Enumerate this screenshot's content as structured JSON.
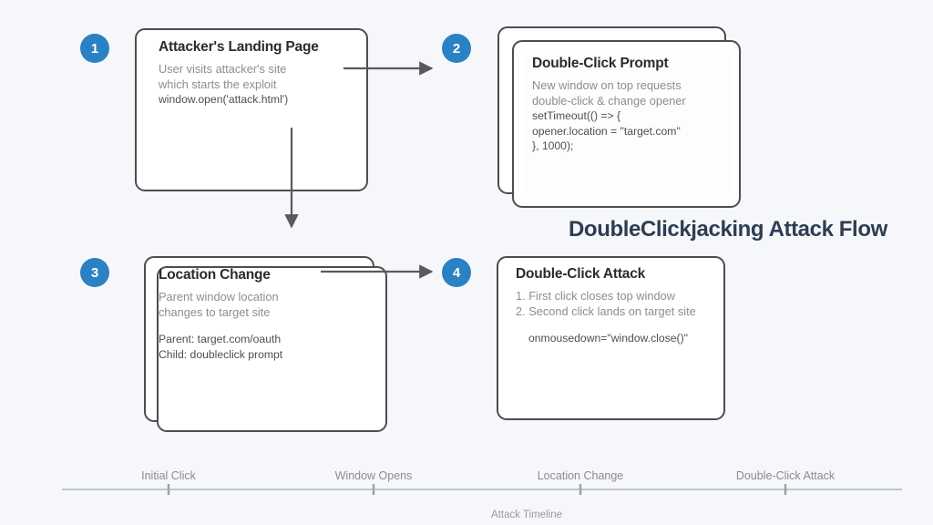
{
  "headline": "DoubleClickjacking Attack Flow",
  "theme": {
    "background": "#f6f7fa",
    "badge_blue": "#2a82c4",
    "card_border": "#4d4d4d",
    "card_fill": "#ffffff",
    "title_color": "#2b2b2b",
    "desc_color": "#8d8d8d",
    "code_color": "#4f4f4f",
    "headline_color": "#2f3d52",
    "timeline_color": "#b9bcc2"
  },
  "steps": [
    {
      "number": "1",
      "title": "Attacker's Landing Page",
      "desc": [
        "User visits attacker's site",
        "which starts the exploit"
      ],
      "code": [
        "window.open('attack.html')"
      ],
      "stacked": false
    },
    {
      "number": "2",
      "title": "Double-Click Prompt",
      "desc": [
        "New window on top requests",
        "double-click & change opener"
      ],
      "code": [
        "setTimeout(() => {",
        "opener.location = \"target.com\"",
        "}, 1000);"
      ],
      "stacked": true
    },
    {
      "number": "3",
      "title": "Location Change",
      "desc": [
        "Parent window location",
        "changes to target site"
      ],
      "code": [
        "Parent: target.com/oauth",
        "Child: doubleclick prompt"
      ],
      "stacked": true
    },
    {
      "number": "4",
      "title": "Double-Click Attack",
      "desc": [
        "1. First click closes top window",
        "2. Second click lands on target site"
      ],
      "code": [
        "onmousedown=\"window.close()\""
      ],
      "stacked": false
    }
  ],
  "timeline": {
    "caption": "Attack Timeline",
    "ticks": [
      {
        "label": "Initial Click"
      },
      {
        "label": "Window Opens"
      },
      {
        "label": "Location Change"
      },
      {
        "label": "Double-Click Attack"
      }
    ]
  },
  "connectors": [
    {
      "name": "step1-to-step2",
      "direction": "right"
    },
    {
      "name": "step1-to-step3",
      "direction": "down"
    },
    {
      "name": "step3-to-step4",
      "direction": "right"
    }
  ]
}
